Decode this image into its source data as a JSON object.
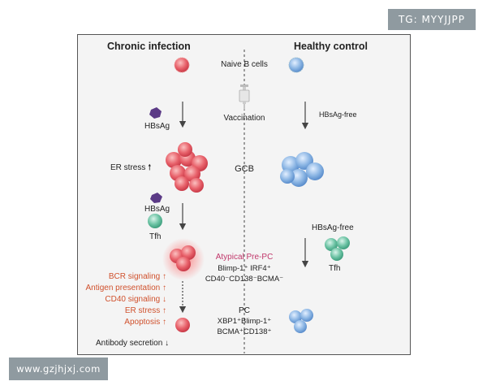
{
  "watermarks": {
    "top": "TG: MYYJJPP",
    "bottom": "www.gzjhjxj.com"
  },
  "headers": {
    "left": "Chronic infection",
    "right": "Healthy control"
  },
  "center_labels": {
    "naive": "Naive B cells",
    "vaccination": "Vaccination",
    "gcb": "GCB",
    "prepc_title": "Atypical Pre-PC",
    "prepc_line2": "Blimp-1⁺ IRF4⁺",
    "prepc_line3": "CD40⁻CD138⁻BCMA⁻",
    "pc_title": "PC",
    "pc_line2": "XBP1⁺Blimp-1⁺",
    "pc_line3": "BCMA⁺CD138⁺"
  },
  "left_labels": {
    "hbsag1": "HBsAg",
    "er_stress": "ER stress",
    "hbsag2": "HBsAg",
    "tfh": "Tfh",
    "bcr": "BCR signaling",
    "antigen": "Antigen presentation",
    "cd40": "CD40 signaling",
    "er_stress2": "ER stress",
    "apoptosis": "Apoptosis",
    "antibody": "Antibody secretion"
  },
  "right_labels": {
    "free1": "HBsAg-free",
    "free2": "HBsAg-free",
    "tfh": "Tfh"
  },
  "colors": {
    "red_cell": "#e8626b",
    "blue_cell": "#8cb6e4",
    "green_cell": "#6cc3a4",
    "hbsag": "#5b3a86",
    "text_red": "#d0512d",
    "text_pink": "#c0376a"
  }
}
